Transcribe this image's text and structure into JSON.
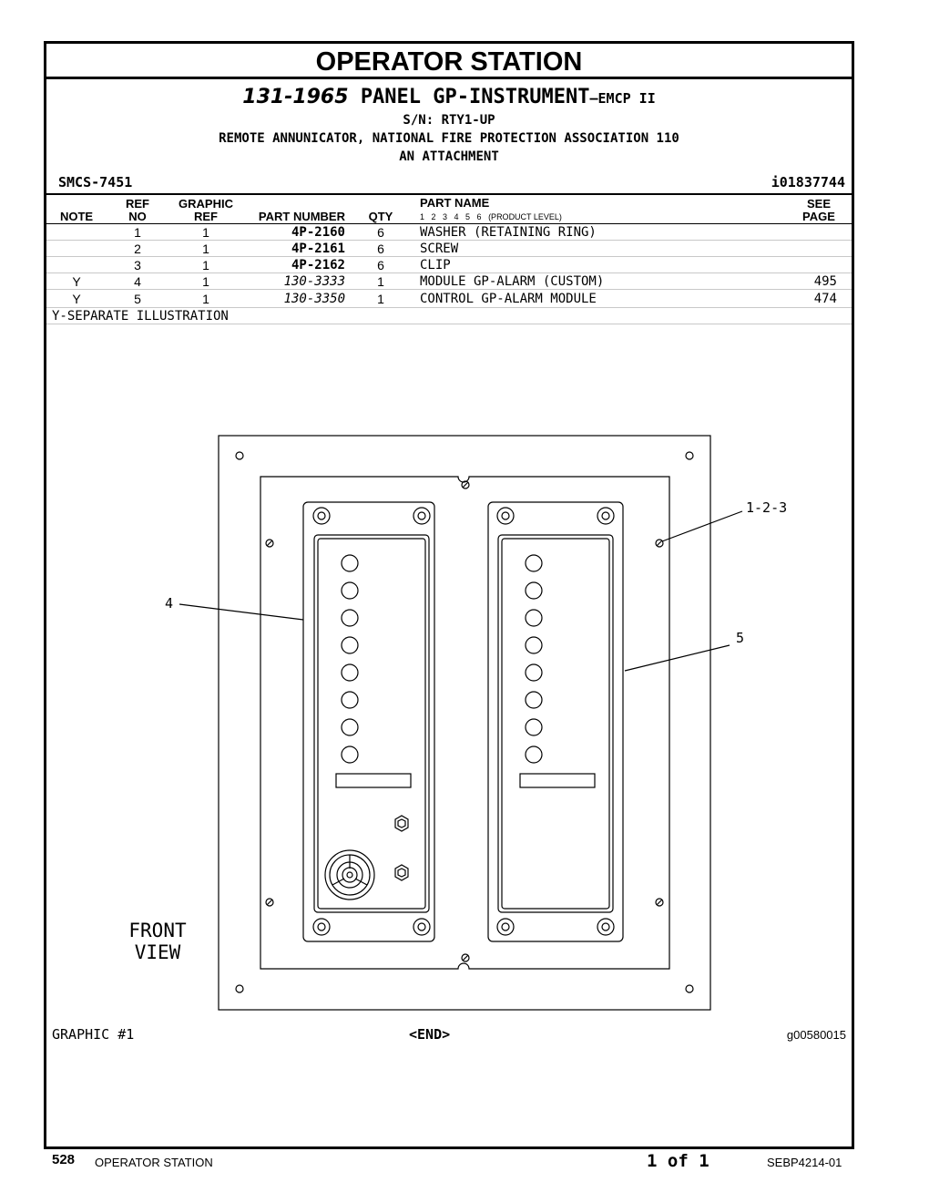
{
  "header": {
    "section_title": "OPERATOR STATION",
    "part_number": "131-1965",
    "part_name": "PANEL GP-INSTRUMENT",
    "part_suffix": "—EMCP II",
    "serial": "S/N: RTY1-UP",
    "description_1": "REMOTE ANNUNICATOR, NATIONAL FIRE PROTECTION ASSOCIATION 110",
    "description_2": "AN ATTACHMENT",
    "smcs": "SMCS-7451",
    "illustration_id": "i01837744"
  },
  "table": {
    "columns": {
      "note": "NOTE",
      "ref_no_1": "REF",
      "ref_no_2": "NO",
      "graphic_ref_1": "GRAPHIC",
      "graphic_ref_2": "REF",
      "part_number": "PART NUMBER",
      "qty": "QTY",
      "part_name": "PART NAME",
      "product_levels": "1 2 3 4 5 6",
      "product_level_label": "(PRODUCT LEVEL)",
      "see_page_1": "SEE",
      "see_page_2": "PAGE"
    },
    "rows": [
      {
        "note": "",
        "ref_no": "1",
        "graphic_ref": "1",
        "part_number": "4P-2160",
        "qty": "6",
        "part_name": "WASHER (RETAINING RING)",
        "see_page": ""
      },
      {
        "note": "",
        "ref_no": "2",
        "graphic_ref": "1",
        "part_number": "4P-2161",
        "qty": "6",
        "part_name": "SCREW",
        "see_page": ""
      },
      {
        "note": "",
        "ref_no": "3",
        "graphic_ref": "1",
        "part_number": "4P-2162",
        "qty": "6",
        "part_name": "CLIP",
        "see_page": ""
      },
      {
        "note": "Y",
        "ref_no": "4",
        "graphic_ref": "1",
        "part_number": "130-3333",
        "qty": "1",
        "part_name": "MODULE GP-ALARM (CUSTOM)",
        "see_page": "495"
      },
      {
        "note": "Y",
        "ref_no": "5",
        "graphic_ref": "1",
        "part_number": "130-3350",
        "qty": "1",
        "part_name": "CONTROL GP-ALARM MODULE",
        "see_page": "474"
      }
    ],
    "footnote": "Y-SEPARATE ILLUSTRATION"
  },
  "drawing": {
    "callout_123": "1-2-3",
    "callout_4": "4",
    "callout_5": "5",
    "view_label_1": "FRONT",
    "view_label_2": "VIEW",
    "indicator_lamps_per_module": 8
  },
  "graphic_footer": {
    "graphic_no": "GRAPHIC #1",
    "end": "<END>",
    "graphic_id": "g00580015"
  },
  "page_footer": {
    "page_number": "528",
    "section": "OPERATOR STATION",
    "page_of": "1 of 1",
    "doc_id": "SEBP4214-01"
  }
}
